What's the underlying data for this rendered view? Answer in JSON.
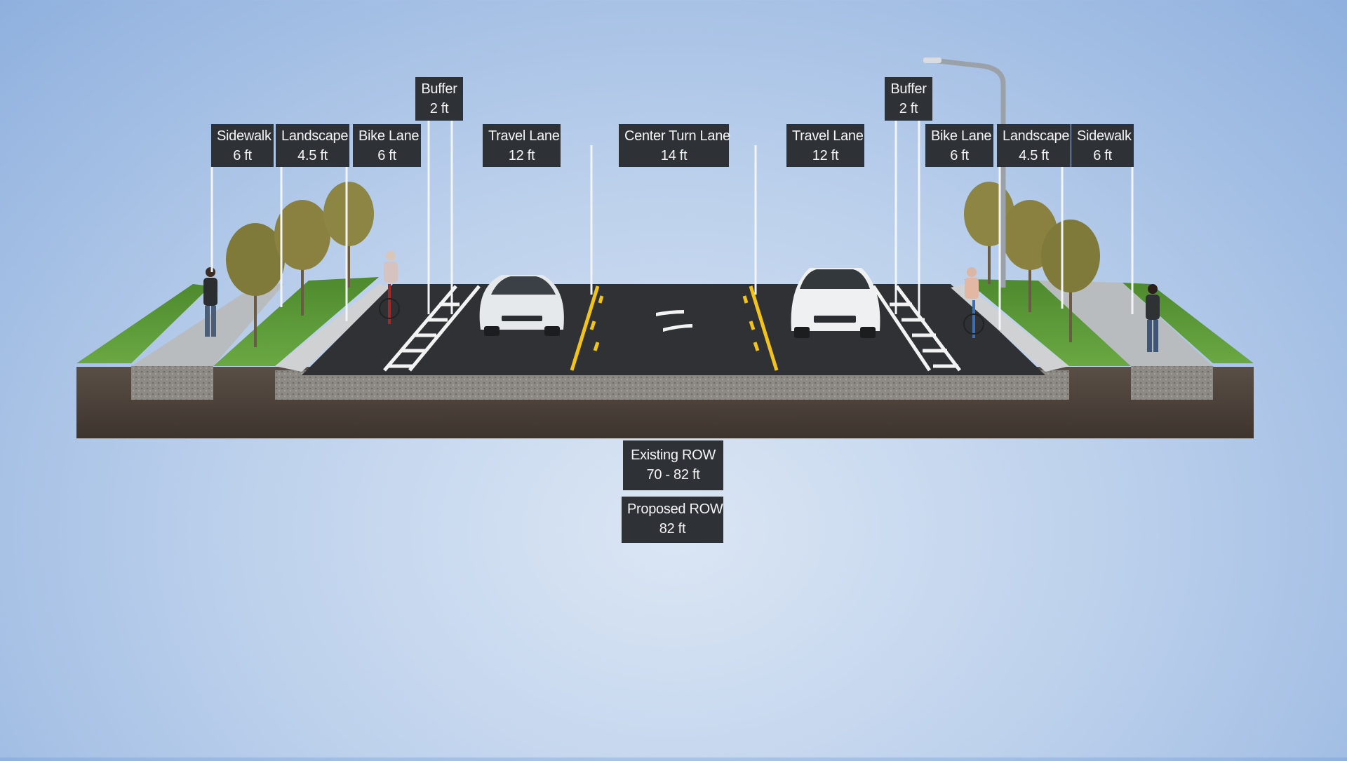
{
  "segments": {
    "left_sidewalk": {
      "name": "Sidewalk",
      "width": "6 ft"
    },
    "left_landscape": {
      "name": "Landscape",
      "width": "4.5 ft"
    },
    "left_bike_lane": {
      "name": "Bike Lane",
      "width": "6 ft"
    },
    "left_buffer": {
      "name": "Buffer",
      "width": "2 ft"
    },
    "left_travel_lane": {
      "name": "Travel Lane",
      "width": "12 ft"
    },
    "center_turn_lane": {
      "name": "Center Turn Lane",
      "width": "14 ft"
    },
    "right_travel_lane": {
      "name": "Travel Lane",
      "width": "12 ft"
    },
    "right_buffer": {
      "name": "Buffer",
      "width": "2 ft"
    },
    "right_bike_lane": {
      "name": "Bike Lane",
      "width": "6 ft"
    },
    "right_landscape": {
      "name": "Landscape",
      "width": "4.5 ft"
    },
    "right_sidewalk": {
      "name": "Sidewalk",
      "width": "6 ft"
    }
  },
  "row": {
    "existing": {
      "name": "Existing ROW",
      "width": "70 - 82 ft"
    },
    "proposed": {
      "name": "Proposed ROW",
      "width": "82 ft"
    }
  },
  "colors": {
    "asphalt": "#2f3134",
    "grass": "#5f9a3a",
    "concrete": "#b9bcbf",
    "soil": "#4a4039",
    "lane_yellow": "#f2c419",
    "label_bg": "#2e3236"
  }
}
